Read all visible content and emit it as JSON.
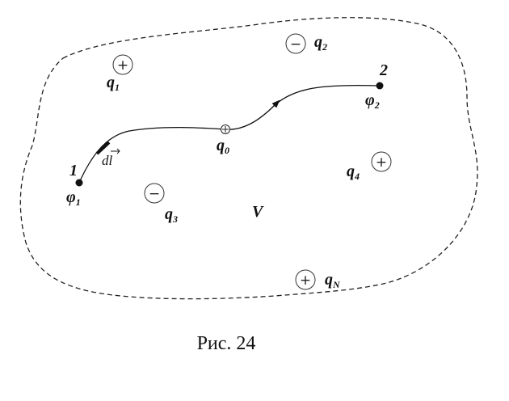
{
  "region_label": "V",
  "points": [
    {
      "id": "start",
      "number": "1",
      "potential": {
        "sym": "φ",
        "sub": "1"
      }
    },
    {
      "id": "end",
      "number": "2",
      "potential": {
        "sym": "φ",
        "sub": "2"
      }
    }
  ],
  "test_charge": {
    "sym": "q",
    "sub": "0"
  },
  "element_label": "dl",
  "charges": [
    {
      "id": "q1",
      "sign": "+",
      "sym": "q",
      "sub": "1"
    },
    {
      "id": "q2",
      "sign": "−",
      "sym": "q",
      "sub": "2"
    },
    {
      "id": "q3",
      "sign": "−",
      "sym": "q",
      "sub": "3"
    },
    {
      "id": "q4",
      "sign": "+",
      "sym": "q",
      "sub": "4"
    },
    {
      "id": "qN",
      "sign": "+",
      "sym": "q",
      "sub": "N"
    }
  ],
  "caption": "Рис. 24"
}
